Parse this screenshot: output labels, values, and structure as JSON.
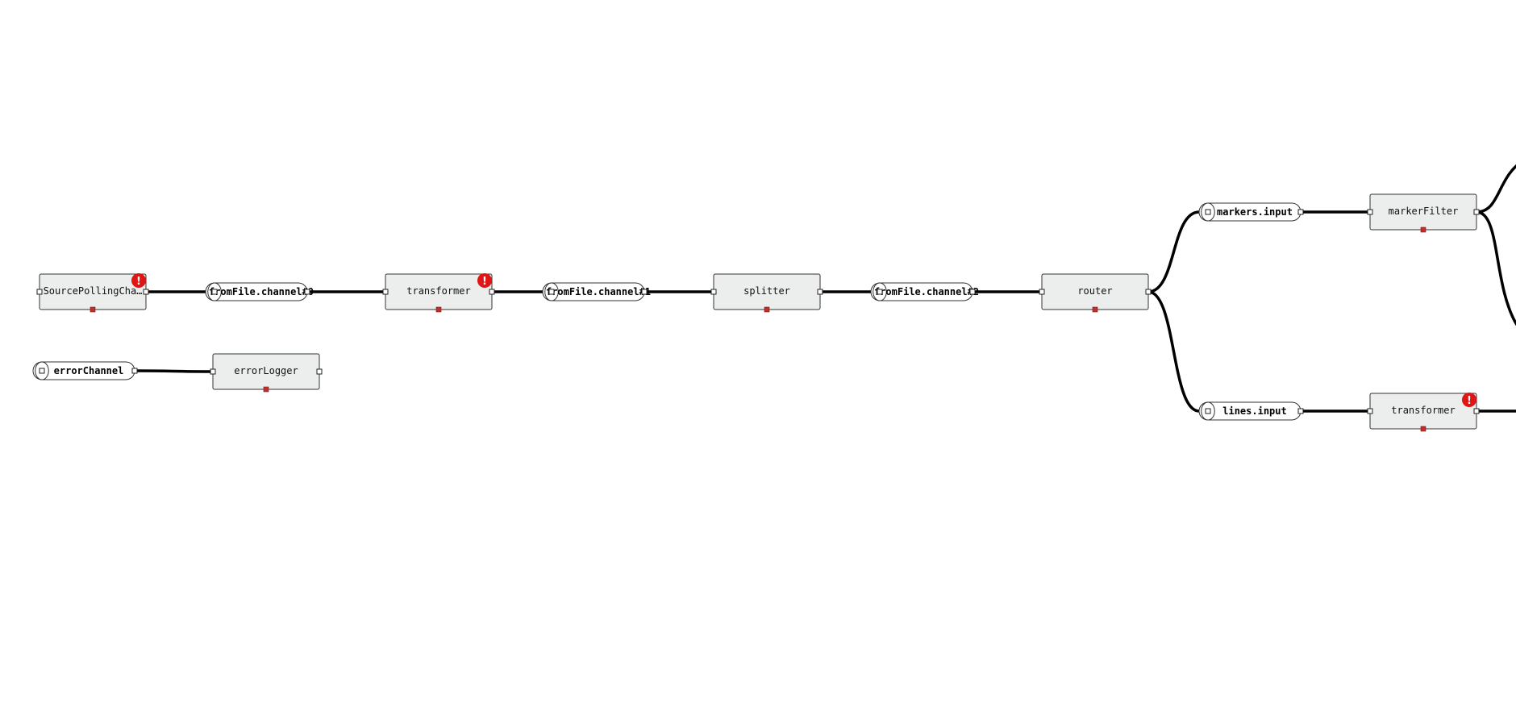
{
  "diagram": {
    "nodes": [
      {
        "id": "n_source",
        "kind": "endpoint",
        "label": "SourcePollingCha…",
        "warning": true
      },
      {
        "id": "n_transformer1",
        "kind": "endpoint",
        "label": "transformer",
        "warning": true
      },
      {
        "id": "n_splitter",
        "kind": "endpoint",
        "label": "splitter",
        "warning": false
      },
      {
        "id": "n_router",
        "kind": "endpoint",
        "label": "router",
        "warning": false
      },
      {
        "id": "n_markerFilter",
        "kind": "endpoint",
        "label": "markerFilter",
        "warning": false
      },
      {
        "id": "n_transformer2",
        "kind": "endpoint",
        "label": "transformer",
        "warning": true
      },
      {
        "id": "n_errorLogger",
        "kind": "endpoint",
        "label": "errorLogger",
        "warning": false
      },
      {
        "id": "c_ch0",
        "kind": "channel",
        "label": "fromFile.channel#0"
      },
      {
        "id": "c_ch1",
        "kind": "channel",
        "label": "fromFile.channel#1"
      },
      {
        "id": "c_ch2",
        "kind": "channel",
        "label": "fromFile.channel#2"
      },
      {
        "id": "c_markers",
        "kind": "channel",
        "label": "markers.input"
      },
      {
        "id": "c_lines",
        "kind": "channel",
        "label": "lines.input"
      },
      {
        "id": "c_error",
        "kind": "channel",
        "label": "errorChannel"
      }
    ],
    "edges": [
      {
        "from": "n_source",
        "to": "c_ch0"
      },
      {
        "from": "c_ch0",
        "to": "n_transformer1"
      },
      {
        "from": "n_transformer1",
        "to": "c_ch1"
      },
      {
        "from": "c_ch1",
        "to": "n_splitter"
      },
      {
        "from": "n_splitter",
        "to": "c_ch2"
      },
      {
        "from": "c_ch2",
        "to": "n_router"
      },
      {
        "from": "n_router",
        "to": "c_markers"
      },
      {
        "from": "n_router",
        "to": "c_lines"
      },
      {
        "from": "c_markers",
        "to": "n_markerFilter"
      },
      {
        "from": "c_lines",
        "to": "n_transformer2"
      },
      {
        "from": "c_error",
        "to": "n_errorLogger"
      }
    ],
    "warning_icon": "exclamation-icon",
    "colors": {
      "wire": "#000000",
      "node_fill": "#eceded",
      "warning": "#e01515",
      "error_port": "#c0302a"
    }
  }
}
